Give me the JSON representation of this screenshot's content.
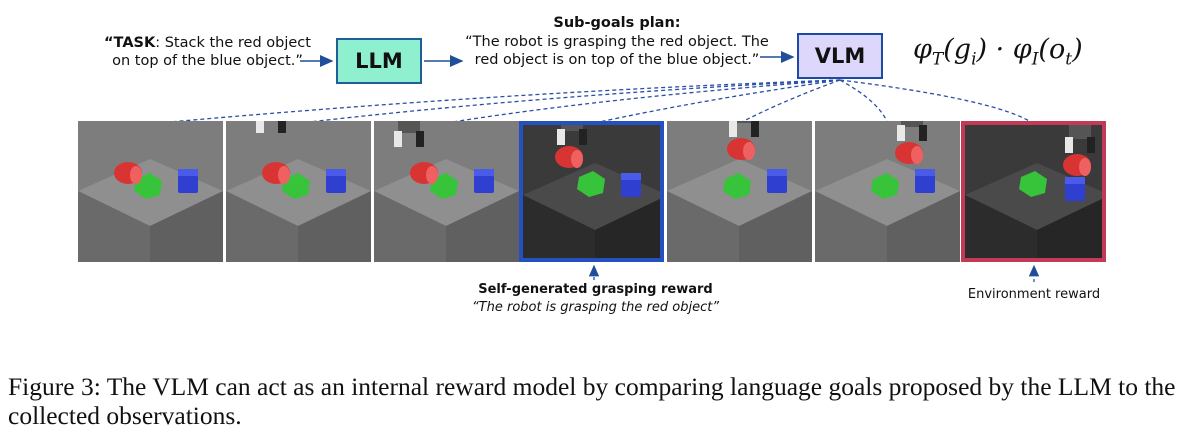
{
  "task": {
    "prefix": "“TASK",
    "rest": ": Stack the red object on top of the blue object.”"
  },
  "llm_box": {
    "label": "LLM",
    "fill": "#8ff0cf"
  },
  "subgoals": {
    "title": "Sub-goals plan:",
    "text": "“The robot is grasping the red object. The red object is on top of the blue object.”"
  },
  "vlm_box": {
    "label": "VLM",
    "fill": "#ddd8fb"
  },
  "formula": {
    "phi_T": "φ",
    "T": "T",
    "g": "(g",
    "i": "i",
    "mid": ") · φ",
    "I": "I",
    "o": "(o",
    "t": "t",
    "close": ")"
  },
  "frames": [
    {
      "id": "frame-1",
      "highlight": "none",
      "gripper": "none"
    },
    {
      "id": "frame-2",
      "highlight": "none",
      "gripper": "above"
    },
    {
      "id": "frame-3",
      "highlight": "none",
      "gripper": "reaching"
    },
    {
      "id": "frame-4",
      "highlight": "blue",
      "gripper": "grasping"
    },
    {
      "id": "frame-5",
      "highlight": "none",
      "gripper": "lifting"
    },
    {
      "id": "frame-6",
      "highlight": "none",
      "gripper": "moving"
    },
    {
      "id": "frame-7",
      "highlight": "red",
      "gripper": "stacked"
    }
  ],
  "self_reward": {
    "label": "Self-generated grasping reward",
    "quote": "“The robot is grasping the red object”"
  },
  "env_reward": {
    "label": "Environment reward"
  },
  "caption": "Figure 3: The VLM can act as an internal reward model by comparing language goals proposed by the LLM to the collected observations.",
  "colors": {
    "blue_frame": "#2451be",
    "red_frame": "#c23a55",
    "dashed_line": "#2b4fa8",
    "arrow": "#1f4f9a"
  }
}
